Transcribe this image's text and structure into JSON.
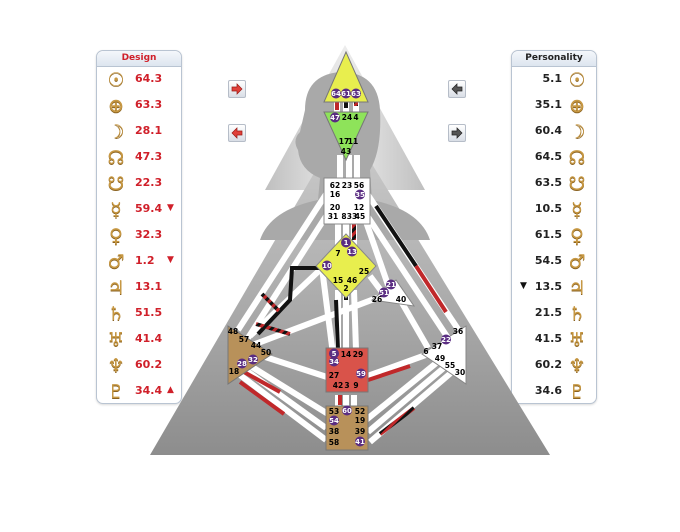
{
  "design": {
    "title": "Design",
    "rows": [
      {
        "icon": "sun-icon",
        "glyph": "☉",
        "value": "64.3",
        "mark": ""
      },
      {
        "icon": "earth-icon",
        "glyph": "⊕",
        "value": "63.3",
        "mark": ""
      },
      {
        "icon": "moon-icon",
        "glyph": "☽",
        "value": "28.1",
        "mark": ""
      },
      {
        "icon": "north-node-icon",
        "glyph": "☊",
        "value": "47.3",
        "mark": ""
      },
      {
        "icon": "south-node-icon",
        "glyph": "☋",
        "value": "22.3",
        "mark": ""
      },
      {
        "icon": "mercury-icon",
        "glyph": "☿",
        "value": "59.4",
        "mark": "▼"
      },
      {
        "icon": "venus-icon",
        "glyph": "♀",
        "value": "32.3",
        "mark": ""
      },
      {
        "icon": "mars-icon",
        "glyph": "♂",
        "value": "1.2",
        "mark": "▼"
      },
      {
        "icon": "jupiter-icon",
        "glyph": "♃",
        "value": "13.1",
        "mark": ""
      },
      {
        "icon": "saturn-icon",
        "glyph": "♄",
        "value": "51.5",
        "mark": ""
      },
      {
        "icon": "uranus-icon",
        "glyph": "♅",
        "value": "41.4",
        "mark": ""
      },
      {
        "icon": "neptune-icon",
        "glyph": "♆",
        "value": "60.2",
        "mark": ""
      },
      {
        "icon": "pluto-icon",
        "glyph": "♇",
        "value": "34.4",
        "mark": "▲"
      }
    ]
  },
  "personality": {
    "title": "Personality",
    "rows": [
      {
        "icon": "sun-icon",
        "glyph": "☉",
        "value": "5.1",
        "mark": ""
      },
      {
        "icon": "earth-icon",
        "glyph": "⊕",
        "value": "35.1",
        "mark": ""
      },
      {
        "icon": "moon-icon",
        "glyph": "☽",
        "value": "60.4",
        "mark": ""
      },
      {
        "icon": "north-node-icon",
        "glyph": "☊",
        "value": "64.5",
        "mark": ""
      },
      {
        "icon": "south-node-icon",
        "glyph": "☋",
        "value": "63.5",
        "mark": ""
      },
      {
        "icon": "mercury-icon",
        "glyph": "☿",
        "value": "10.5",
        "mark": ""
      },
      {
        "icon": "venus-icon",
        "glyph": "♀",
        "value": "61.5",
        "mark": ""
      },
      {
        "icon": "mars-icon",
        "glyph": "♂",
        "value": "54.5",
        "mark": ""
      },
      {
        "icon": "jupiter-icon",
        "glyph": "♃",
        "value": "13.5",
        "mark": "▼"
      },
      {
        "icon": "saturn-icon",
        "glyph": "♄",
        "value": "21.5",
        "mark": ""
      },
      {
        "icon": "uranus-icon",
        "glyph": "♅",
        "value": "41.5",
        "mark": ""
      },
      {
        "icon": "neptune-icon",
        "glyph": "♆",
        "value": "60.2",
        "mark": ""
      },
      {
        "icon": "pluto-icon",
        "glyph": "♇",
        "value": "34.6",
        "mark": ""
      }
    ]
  },
  "colors": {
    "design_red": "#d0202a",
    "personality_black": "#222222",
    "glyph_gold": "#c79843",
    "head_center": "#e8ee4e",
    "ajna_center": "#8ee35a",
    "g_center": "#e8ee4e",
    "sacral_center": "#d9534a",
    "root_center": "#b8915a",
    "spleen_center": "#b8915a",
    "activation_purple": "#5a2d82"
  },
  "gates": {
    "head": [
      "64",
      "61",
      "63"
    ],
    "ajna": [
      "47",
      "24",
      "4",
      "17",
      "11",
      "43"
    ],
    "throat": [
      "62",
      "23",
      "56",
      "16",
      "35",
      "20",
      "12",
      "31",
      "8",
      "33",
      "45"
    ],
    "g": [
      "1",
      "13",
      "7",
      "10",
      "15",
      "46",
      "2",
      "25"
    ],
    "ego": [
      "21",
      "51",
      "26",
      "40"
    ],
    "spleen": [
      "48",
      "57",
      "44",
      "50",
      "32",
      "28",
      "18"
    ],
    "sacral": [
      "5",
      "14",
      "29",
      "34",
      "59",
      "27",
      "42",
      "3",
      "9"
    ],
    "solar_plexus": [
      "36",
      "22",
      "37",
      "6",
      "49",
      "55",
      "30"
    ],
    "root": [
      "53",
      "60",
      "52",
      "54",
      "19",
      "38",
      "39",
      "58",
      "41"
    ]
  }
}
